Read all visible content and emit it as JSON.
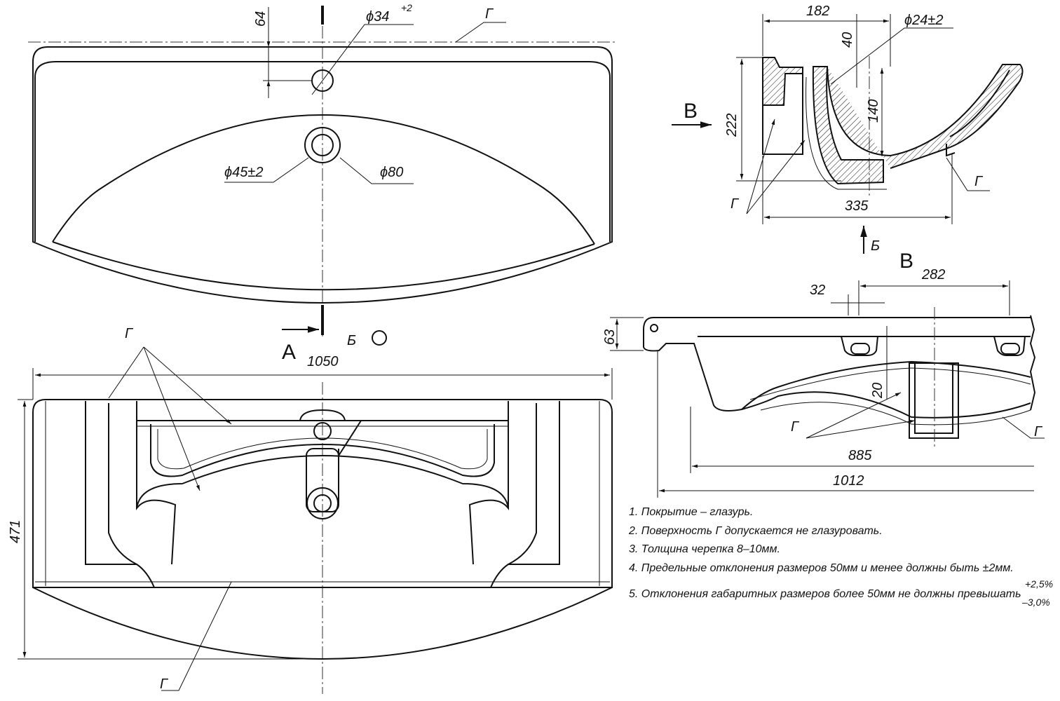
{
  "top_view": {
    "dim_64": "64",
    "dim_d34": "ϕ34",
    "dim_d34_tol": "+2",
    "surface_g": "Г",
    "dim_d45": "ϕ45±2",
    "dim_d80": "ϕ80",
    "view_a": "А",
    "view_b_mark": "Б"
  },
  "bottom_view": {
    "dim_1050": "1050",
    "dim_471": "471",
    "surface_g_top": "Г",
    "surface_g_bottom": "Г"
  },
  "section_view": {
    "dim_182": "182",
    "dim_40": "40",
    "dim_d24": "ϕ24±2",
    "view_v": "В",
    "dim_222": "222",
    "dim_140": "140",
    "surface_g_left": "Г",
    "surface_g_right": "Г",
    "dim_335": "335",
    "view_b": "Б"
  },
  "side_view": {
    "title": "В",
    "dim_282": "282",
    "dim_32": "32",
    "dim_63": "63",
    "dim_20": "20",
    "surface_g_left": "Г",
    "surface_g_right": "Г",
    "dim_885": "885",
    "dim_1012": "1012"
  },
  "notes": [
    "1. Покрытие – глазурь.",
    "2. Поверхность Г допускается не глазуровать.",
    "3. Толщина черепка 8–10мм.",
    "4. Предельные отклонения размеров 50мм и менее должны быть ±2мм.",
    "5. Отклонения габаритных размеров более 50мм не должны превышать"
  ],
  "note5_tol_plus": "+2,5%",
  "note5_tol_minus": "–3,0%"
}
